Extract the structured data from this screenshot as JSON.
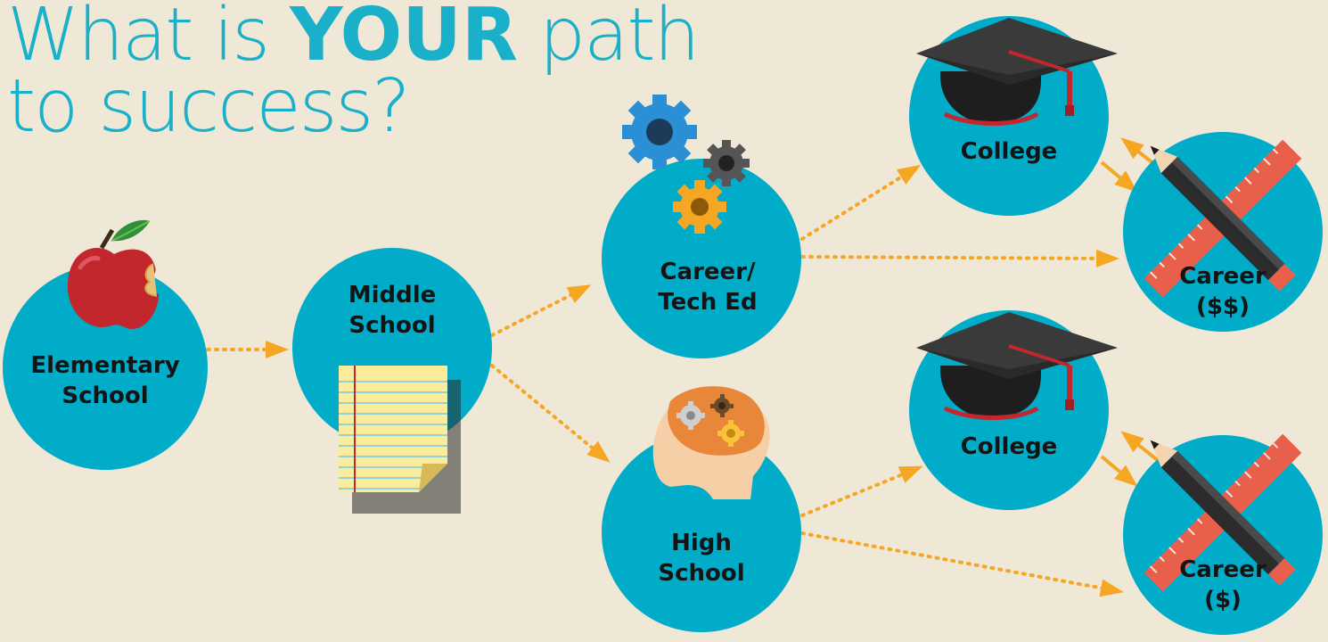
{
  "title": {
    "part1": "What is ",
    "emphasis": "YOUR",
    "part2": " path",
    "line2": "to success?"
  },
  "colors": {
    "background": "#f0e8d6",
    "circle": "#00acc8",
    "title": "#1bb0c9",
    "arrow": "#f5a623",
    "label": "#141414"
  },
  "nodes": {
    "elementary": {
      "line1": "Elementary",
      "line2": "School",
      "icon": "apple-icon"
    },
    "middle": {
      "line1": "Middle",
      "line2": "School",
      "icon": "notepad-icon"
    },
    "career_tech": {
      "line1": "Career/",
      "line2": "Tech Ed",
      "icon": "gears-icon"
    },
    "high": {
      "line1": "High",
      "line2": "School",
      "icon": "brain-gears-icon"
    },
    "college_top": {
      "line1": "College",
      "icon": "graduation-cap-icon"
    },
    "college_bottom": {
      "line1": "College",
      "icon": "graduation-cap-icon"
    },
    "career_top": {
      "line1": "Career",
      "line2": "($$)",
      "icon": "pencil-ruler-icon"
    },
    "career_bottom": {
      "line1": "Career",
      "line2": "($)",
      "icon": "pencil-ruler-icon"
    }
  }
}
